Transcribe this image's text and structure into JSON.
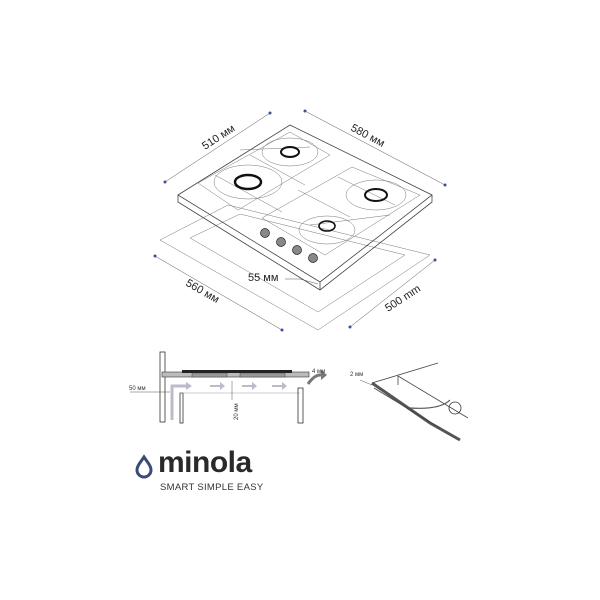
{
  "dimensions": {
    "depth_top": "510 мм",
    "width_top": "580 мм",
    "cutout_width": "560 мм",
    "cutout_depth": "500 mm",
    "height": "55 мм"
  },
  "installation": {
    "side_gap": "50 мм",
    "under_gap": "20 мм",
    "vent_gap": "4 мм",
    "seal_gap": "2 мм"
  },
  "brand": {
    "name": "minola",
    "tagline": "SMART SIMPLE EASY",
    "accent": "#3a4a7a"
  }
}
